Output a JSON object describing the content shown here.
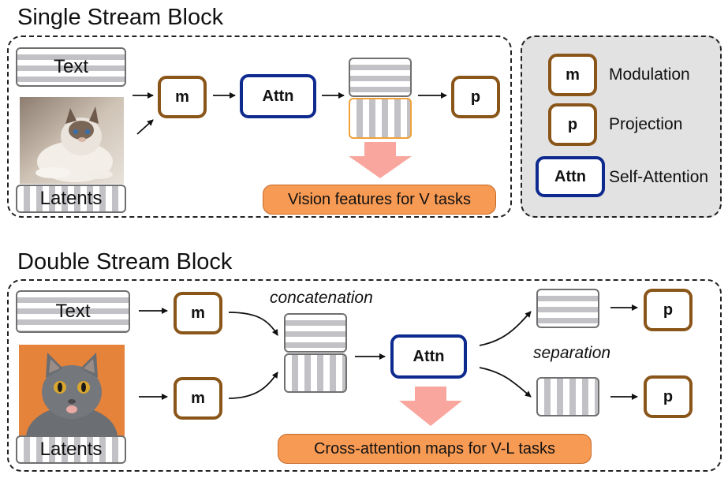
{
  "single": {
    "title": "Single Stream Block",
    "text_token": "Text",
    "latents_token": "Latents",
    "mod_label": "m",
    "attn_label": "Attn",
    "proj_label": "p",
    "output_label": "Vision features for V tasks"
  },
  "legend": {
    "mod_symbol": "m",
    "mod_desc": "Modulation",
    "proj_symbol": "p",
    "proj_desc": "Projection",
    "attn_symbol": "Attn",
    "attn_desc": "Self-Attention"
  },
  "double": {
    "title": "Double Stream Block",
    "text_token": "Text",
    "latents_token": "Latents",
    "mod_label": "m",
    "attn_label": "Attn",
    "proj_label": "p",
    "concat_label": "concatenation",
    "separation_label": "separation",
    "output_label": "Cross-attention maps for V-L tasks"
  },
  "colors": {
    "modulation_border": "#8a5518",
    "attention_border": "#0e2a8f",
    "output_pill": "#f79a54",
    "output_arrow": "#f9a79e",
    "image_token_highlight": "#f0a13a"
  },
  "images": {
    "single_photo": "cat-photo-ragdoll",
    "double_photo": "cat-photo-british-shorthair"
  }
}
